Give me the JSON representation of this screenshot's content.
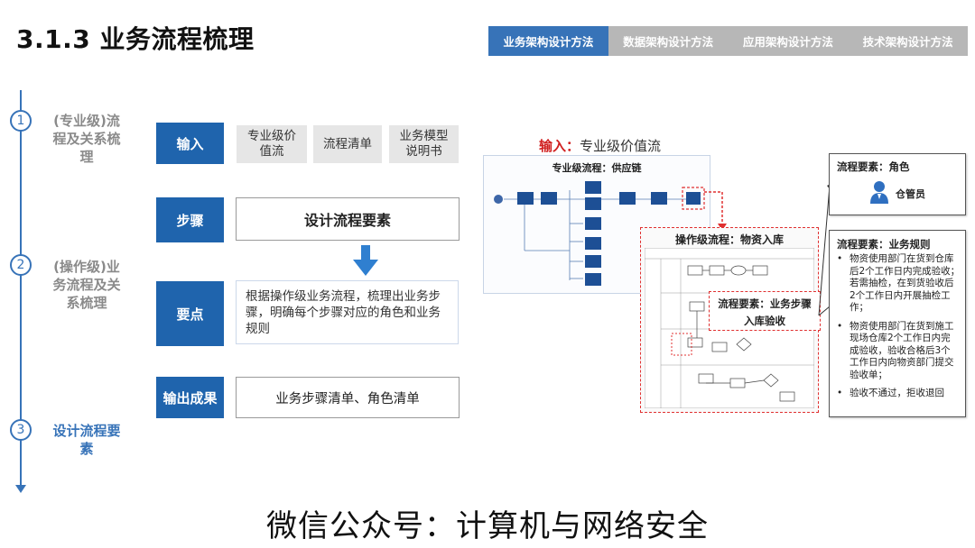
{
  "page_title": "3.1.3 业务流程梳理",
  "tabs": [
    "业务架构设计方法",
    "数据架构设计方法",
    "应用架构设计方法",
    "技术架构设计方法"
  ],
  "stages": [
    {
      "num": "1",
      "line1": "(专业级)流",
      "line2": "程及关系梳",
      "line3": "理"
    },
    {
      "num": "2",
      "line1": "(操作级)业",
      "line2": "务流程及关",
      "line3": "系梳理"
    },
    {
      "num": "3",
      "line1": "设计流程要",
      "line2": "素"
    }
  ],
  "rows": {
    "input": {
      "label": "输入",
      "items": [
        {
          "l1": "专业级价",
          "l2": "值流"
        },
        {
          "l1": "流程清单",
          "l2": ""
        },
        {
          "l1": "业务模型",
          "l2": "说明书"
        }
      ]
    },
    "steps": {
      "label": "步骤",
      "content": "设计流程要素"
    },
    "key_points": {
      "label": "要点",
      "lines": [
        "根据操作级业务流程，梳理出业务步",
        "骤，明确每个步骤对应的角色和业务",
        "规则"
      ]
    },
    "output": {
      "label": "输出成果",
      "content": "业务步骤清单、角色清单"
    }
  },
  "right": {
    "input_prefix": "输入：",
    "input_value": "专业级价值流",
    "diagram1_title": "专业级流程：供应链",
    "diagram2_title": "操作级流程：物资入库",
    "callout_line1": "流程要素：业务步骤",
    "callout_line2": "入库验收",
    "role_title": "流程要素：角色",
    "role_name": "仓管员",
    "rules_title": "流程要素：业务规则",
    "rules": [
      [
        "物资使用部门在货到仓库",
        "后2个工作日内完成验收；",
        "若需抽检，在到货验收后",
        "2个工作日内开展抽检工",
        "作；"
      ],
      [
        "物资使用部门在货到施工",
        "现场仓库2个工作日内完",
        "成验收，验收合格后3个",
        "工作日内向物资部门提交",
        "验收单；"
      ],
      [
        "验收不通过，拒收退回"
      ]
    ]
  },
  "watermark": "微信公众号：计算机与网络安全",
  "colors": {
    "accent": "#1f64ad",
    "tab_active": "#3773b8",
    "tab_inactive": "#b7b7b7",
    "highlight_red": "#e03030"
  }
}
